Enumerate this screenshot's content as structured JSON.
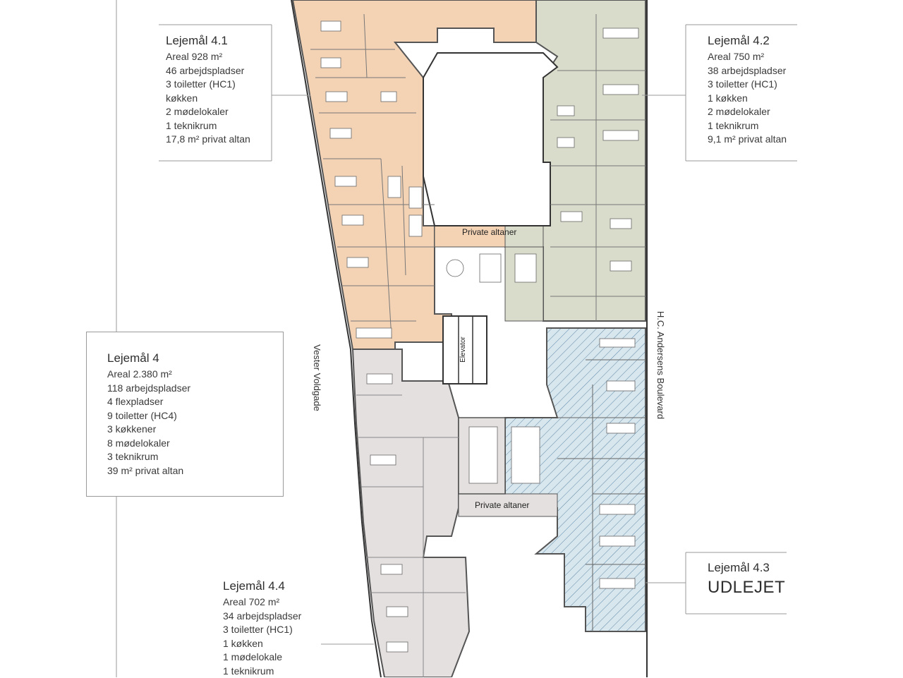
{
  "labels": {
    "l41": {
      "title": "Lejemål 4.1",
      "lines": [
        "Areal 928 m²",
        "46 arbejdspladser",
        "3 toiletter (HC1)",
        "køkken",
        "2 mødelokaler",
        "1 teknikrum",
        "17,8 m² privat altan"
      ]
    },
    "l42": {
      "title": "Lejemål 4.2",
      "lines": [
        "Areal 750 m²",
        "38 arbejdspladser",
        "3 toiletter (HC1)",
        "1 køkken",
        "2 mødelokaler",
        "1 teknikrum",
        "9,1 m² privat altan"
      ]
    },
    "l4": {
      "title": "Lejemål 4",
      "lines": [
        "Areal 2.380 m²",
        "118 arbejdspladser",
        "4 flexpladser",
        "9 toiletter (HC4)",
        "3 køkkener",
        "8 mødelokaler",
        "3 teknikrum",
        "39 m² privat altan"
      ]
    },
    "l43": {
      "title": "Lejemål 4.3",
      "status": "UDLEJET"
    },
    "l44": {
      "title": "Lejemål 4.4",
      "lines": [
        "Areal 702 m²",
        "34 arbejdspladser",
        "3 toiletter (HC1)",
        "1 køkken",
        "1 mødelokale",
        "1 teknikrum"
      ]
    }
  },
  "streets": {
    "west": "Vester Voldgade",
    "east": "H.C. Andersens Boulevard"
  },
  "balconies": {
    "upper": "Private altaner",
    "lower": "Private altaner"
  },
  "elevator": "Elevator",
  "colors": {
    "unit_4_1": "#f4d3b5",
    "unit_4_2": "#d9dccb",
    "unit_4_3": "#d8e6ee",
    "unit_4_4": "#e4e0df",
    "wall": "#3a3a3a"
  }
}
